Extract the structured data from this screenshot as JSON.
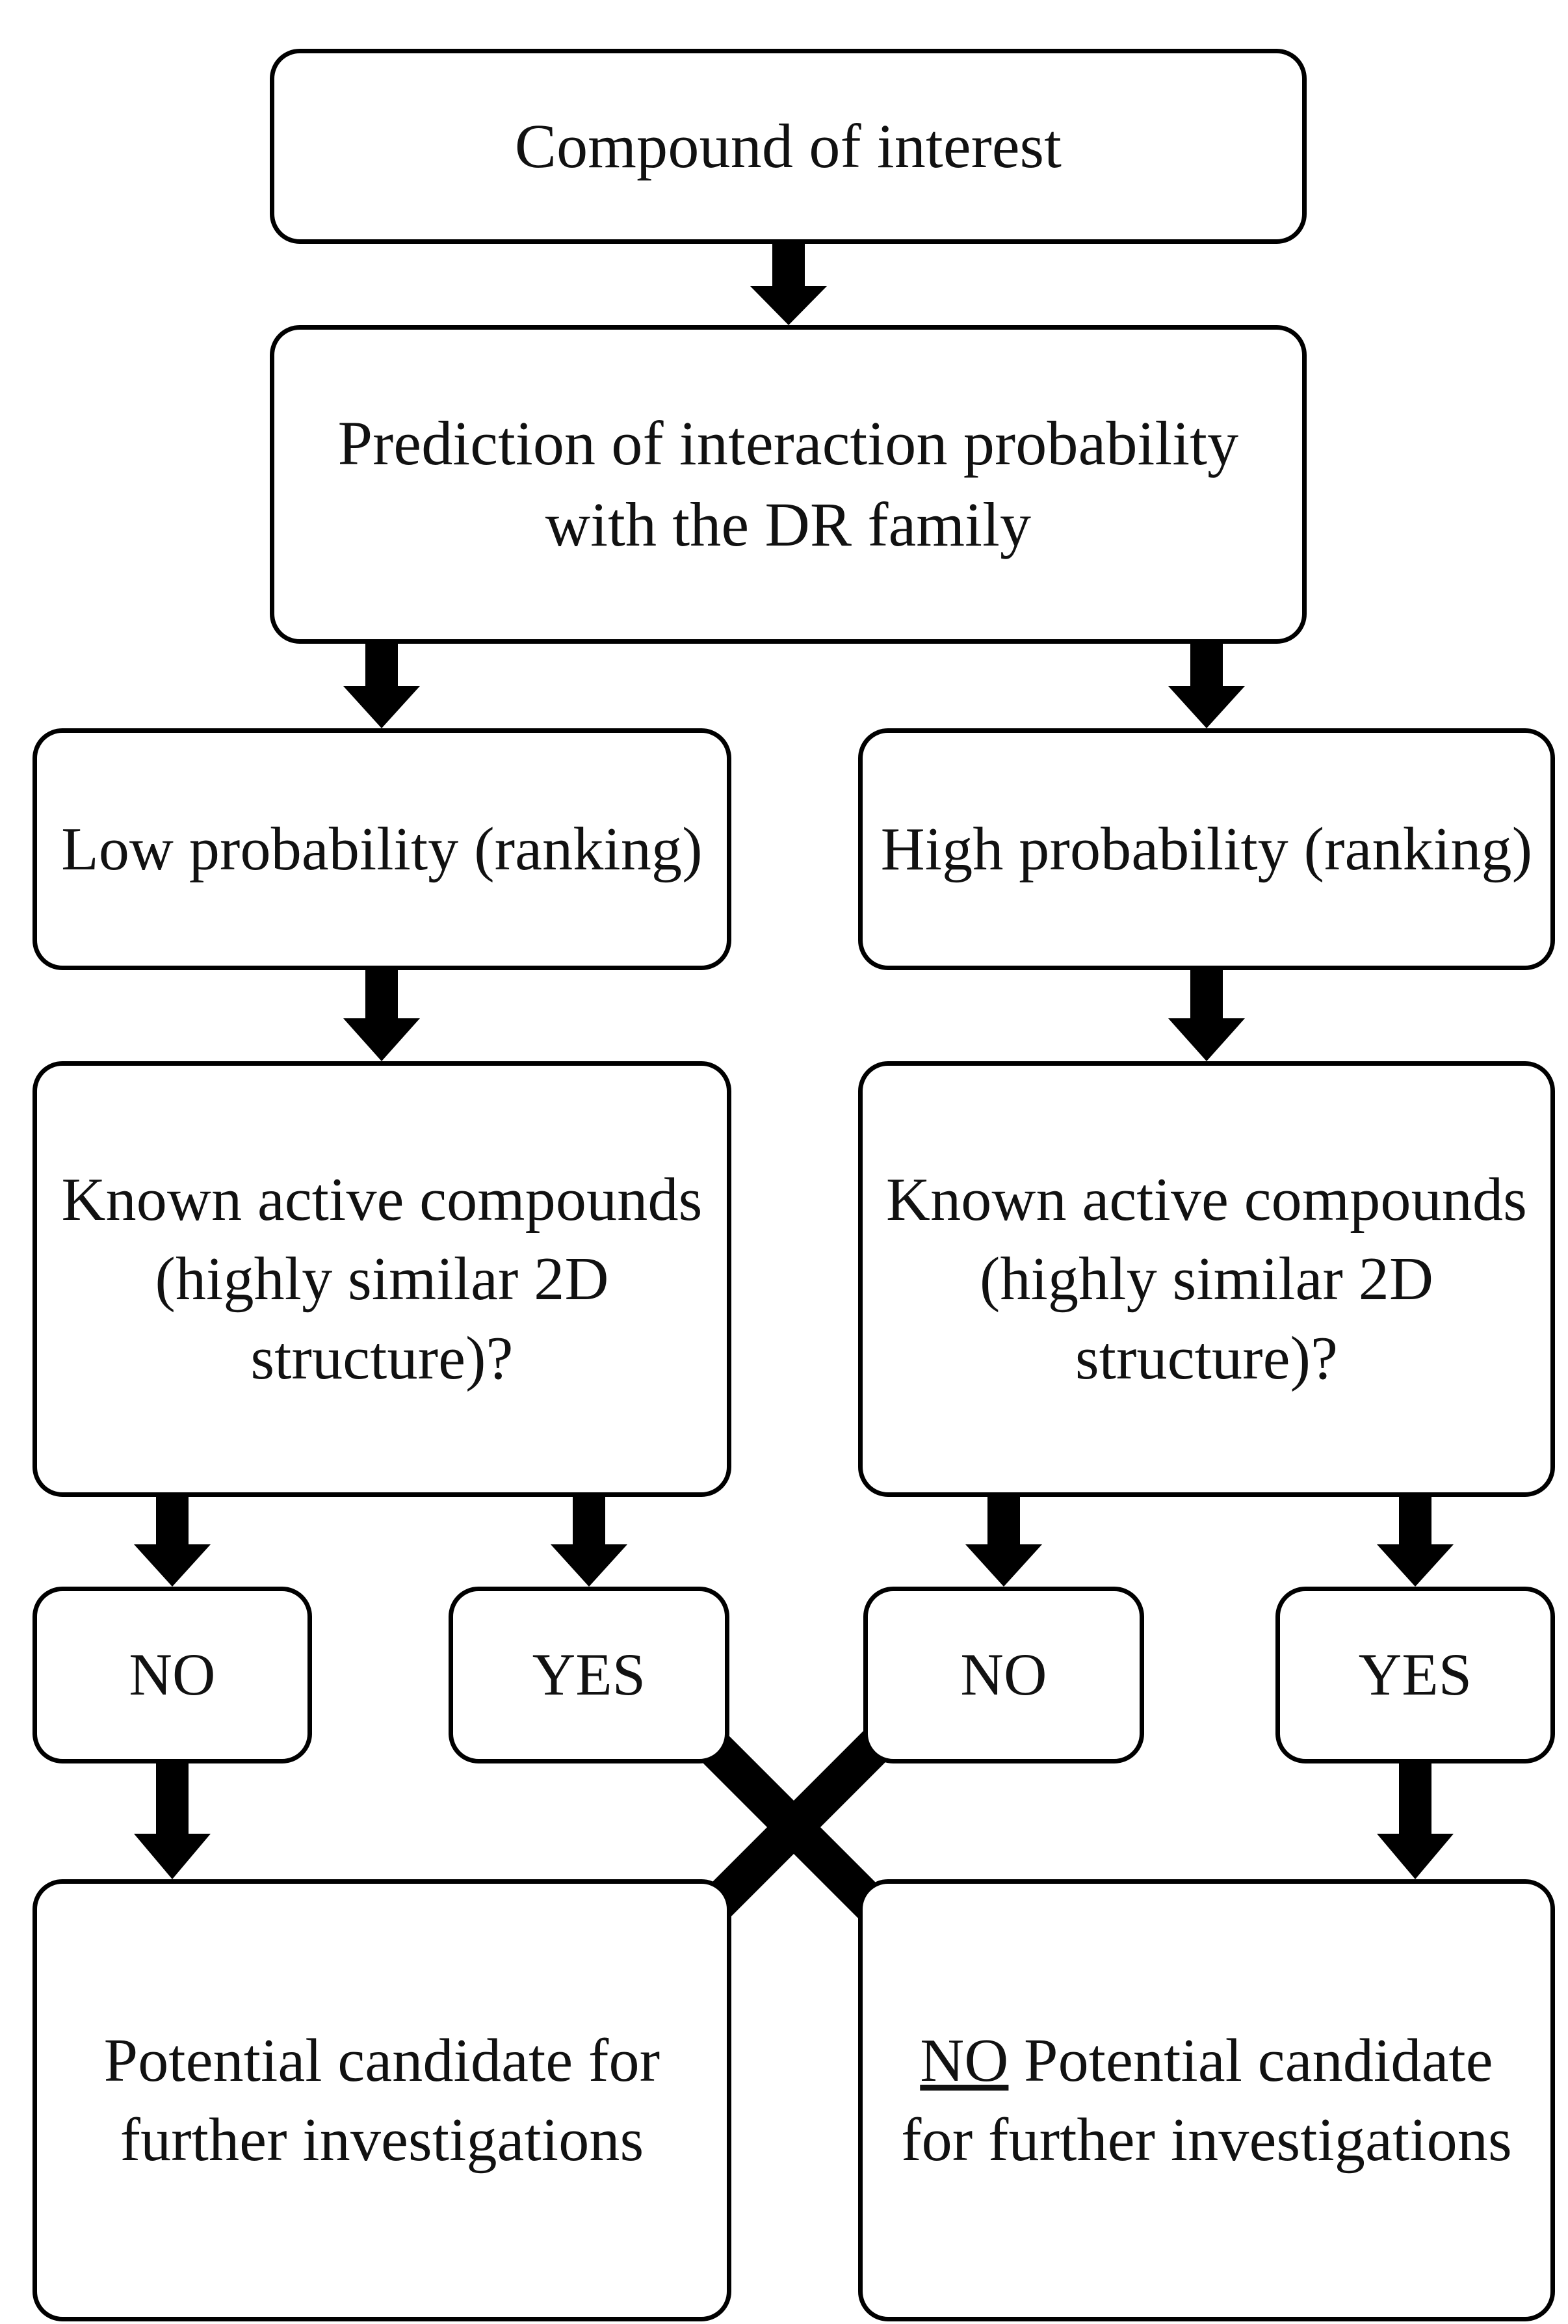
{
  "diagram": {
    "title": "Compound screening decision flowchart",
    "background_color": "#ffffff",
    "line_color": "#000000",
    "text_color": "#111111",
    "nodes": {
      "compound": "Compound of interest",
      "prediction": "Prediction of interaction probability with the DR family",
      "low_probability": "Low probability (ranking)",
      "high_probability": "High probability (ranking)",
      "known_active_left": "Known active compounds (highly similar 2D structure)?",
      "known_active_right": "Known active compounds (highly similar 2D structure)?",
      "no_1": "NO",
      "yes_1": "YES",
      "no_2": "NO",
      "yes_2": "YES",
      "potential": "Potential candidate for further investigations",
      "no_potential_prefix": "NO",
      "no_potential_rest": " Potential candidate for further investigations"
    },
    "edges": [
      {
        "from": "compound",
        "to": "prediction",
        "kind": "straight-down"
      },
      {
        "from": "prediction",
        "to": "low_probability",
        "kind": "branch-down-left"
      },
      {
        "from": "prediction",
        "to": "high_probability",
        "kind": "branch-down-right"
      },
      {
        "from": "low_probability",
        "to": "known_active_left",
        "kind": "straight-down"
      },
      {
        "from": "high_probability",
        "to": "known_active_right",
        "kind": "straight-down"
      },
      {
        "from": "known_active_left",
        "to": "no_1",
        "kind": "straight-down"
      },
      {
        "from": "known_active_left",
        "to": "yes_1",
        "kind": "straight-down"
      },
      {
        "from": "known_active_right",
        "to": "no_2",
        "kind": "straight-down"
      },
      {
        "from": "known_active_right",
        "to": "yes_2",
        "kind": "straight-down"
      },
      {
        "from": "no_1",
        "to": "potential",
        "kind": "straight-down"
      },
      {
        "from": "yes_1",
        "to": "no_potential",
        "kind": "diagonal-cross-right"
      },
      {
        "from": "no_2",
        "to": "potential",
        "kind": "diagonal-cross-left"
      },
      {
        "from": "yes_2",
        "to": "no_potential",
        "kind": "straight-down"
      }
    ]
  }
}
